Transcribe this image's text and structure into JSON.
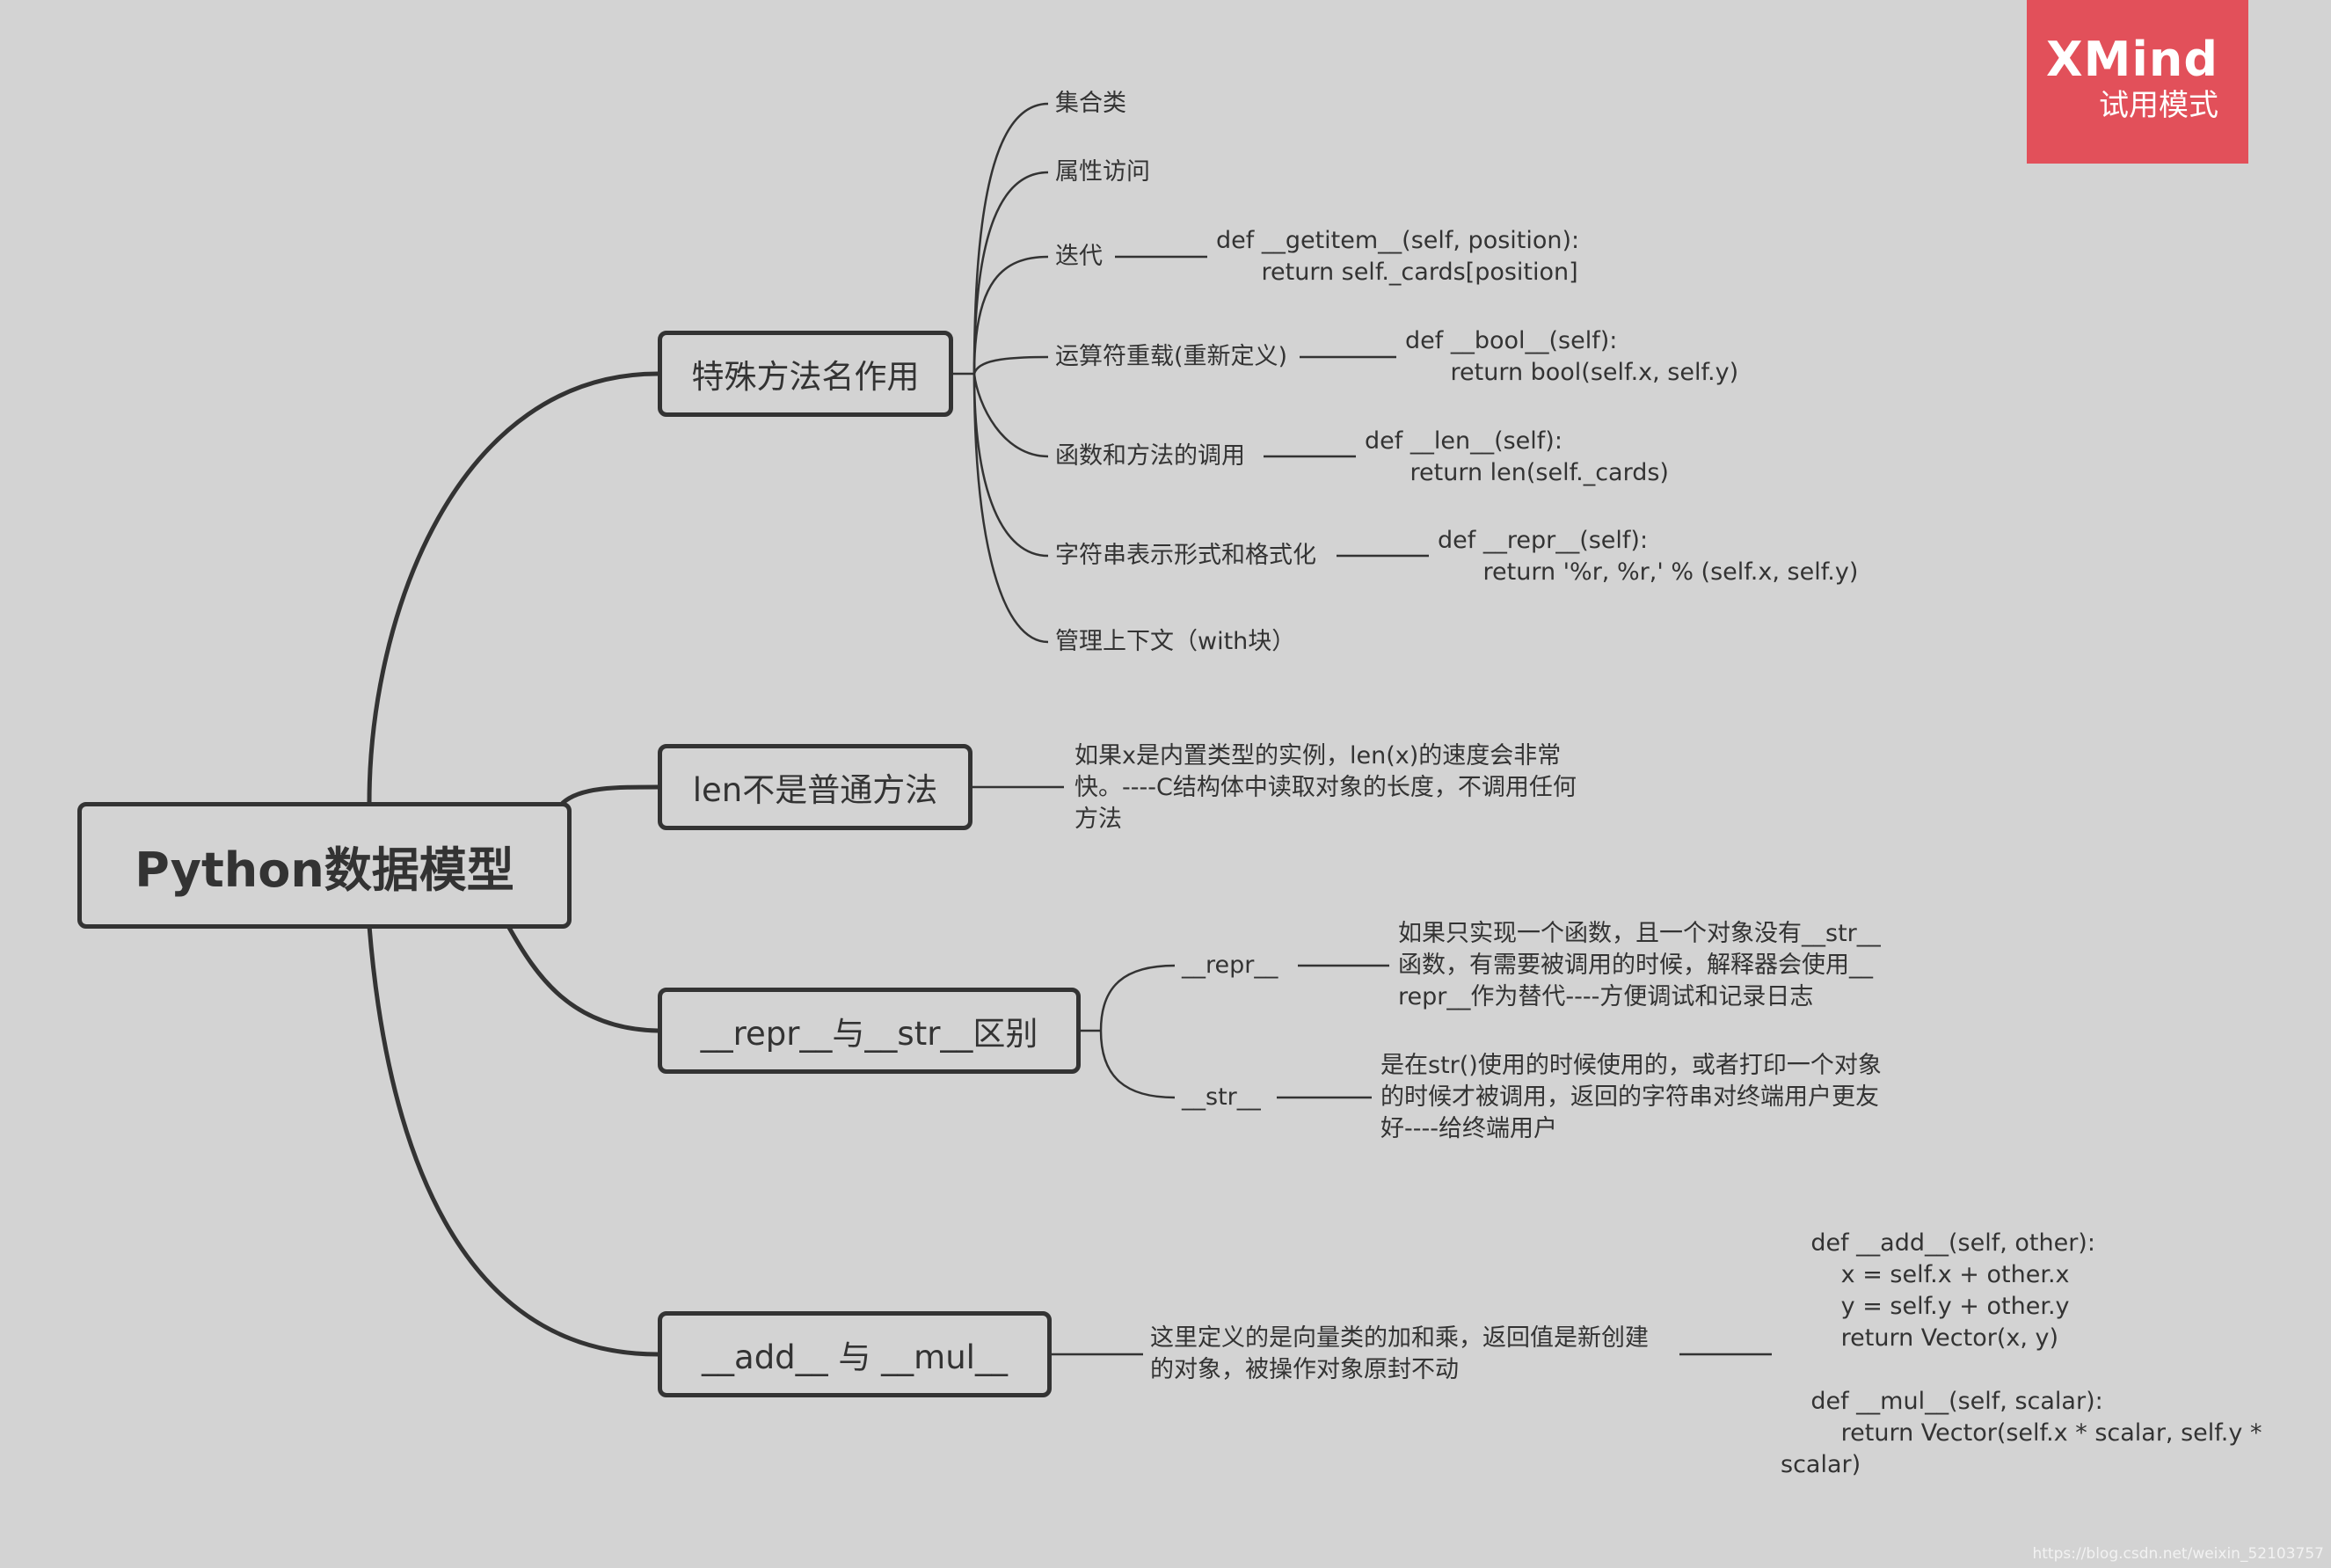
{
  "root": {
    "label": "Python数据模型"
  },
  "branches": {
    "special": {
      "label": "特殊方法名作用",
      "items": [
        {
          "label": "集合类"
        },
        {
          "label": "属性访问"
        },
        {
          "label": "迭代",
          "note": "def __getitem__(self, position):\n      return self._cards[position]"
        },
        {
          "label": "运算符重载(重新定义)",
          "note": "def __bool__(self):\n      return bool(self.x, self.y)"
        },
        {
          "label": "函数和方法的调用",
          "note": "def __len__(self):\n      return len(self._cards)"
        },
        {
          "label": "字符串表示形式和格式化",
          "note": "def __repr__(self):\n      return '%r, %r,' % (self.x, self.y)"
        },
        {
          "label": "管理上下文（with块）"
        }
      ]
    },
    "len": {
      "label": "len不是普通方法",
      "note_lines": [
        "如果x是内置类型的实例，len(x)的速度会非常",
        "快。----C结构体中读取对象的长度，不调用任何",
        "方法"
      ]
    },
    "repr_str": {
      "label": "__repr__与__str__区别",
      "items": [
        {
          "label": "__repr__",
          "note_lines": [
            "如果只实现一个函数，且一个对象没有__str__",
            "函数，有需要被调用的时候，解释器会使用__",
            "repr__作为替代----方便调试和记录日志"
          ]
        },
        {
          "label": "__str__",
          "note_lines": [
            "是在str()使用的时候使用的，或者打印一个对象",
            "的时候才被调用，返回的字符串对终端用户更友",
            "好----给终端用户"
          ]
        }
      ]
    },
    "add_mul": {
      "label": "__add__ 与 __mul__",
      "note_lines": [
        "这里定义的是向量类的加和乘，返回值是新创建",
        "的对象，被操作对象原封不动"
      ],
      "code": "    def __add__(self, other):\n        x = self.x + other.x\n        y = self.y + other.y\n        return Vector(x, y)\n\n    def __mul__(self, scalar):\n        return Vector(self.x * scalar, self.y *\nscalar)"
    }
  },
  "badge": {
    "title": "XMind",
    "subtitle": "试用模式"
  },
  "watermark": "https://blog.csdn.net/weixin_52103757"
}
